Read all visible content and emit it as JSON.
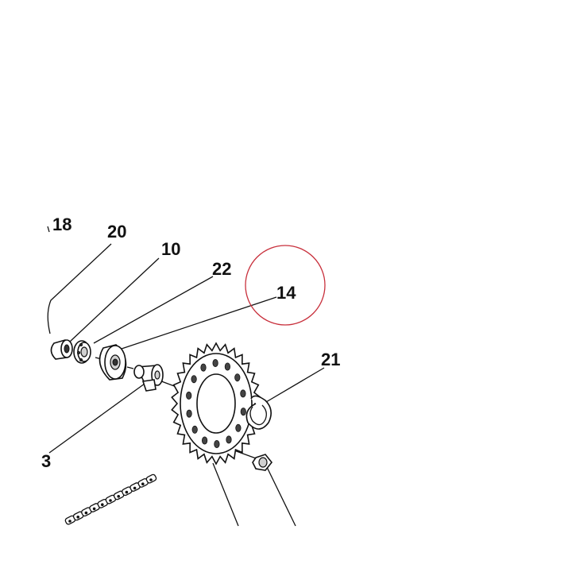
{
  "diagram": {
    "callouts": [
      "18",
      "20",
      "10",
      "22",
      "14",
      "21",
      "3"
    ],
    "highlight_color": "#c8303c"
  }
}
